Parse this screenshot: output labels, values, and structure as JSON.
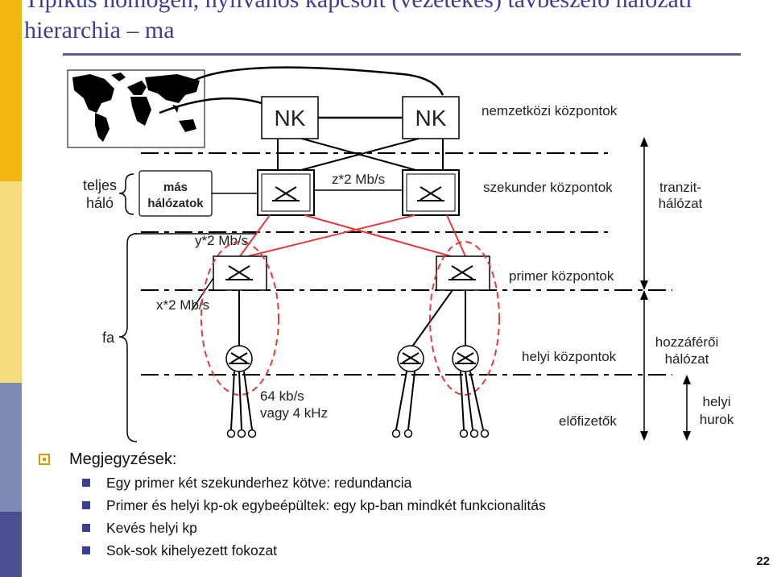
{
  "slide": {
    "title_line1": "Tipikus homogén, nyilvános kapcsolt (vezetékes) távbeszélő hálózati",
    "title_line2": "hierarchia – ma",
    "page_number": "22"
  },
  "diagram": {
    "nk_label": "NK",
    "intl_label": "nemzetközi központok",
    "teljes": [
      "teljes",
      "háló"
    ],
    "mas_halozatok": [
      "más",
      "hálózatok"
    ],
    "z_rate": "z*2 Mb/s",
    "secondary_label": "szekunder központok",
    "tranzit": [
      "tranzit-",
      "hálózat"
    ],
    "y_rate": "y*2 Mb/s",
    "x_rate": "x*2 Mb/s",
    "primary_label": "primer központok",
    "fa": "fa",
    "local_label": "helyi központok",
    "access": [
      "hozzáférői",
      "hálózat"
    ],
    "kbs": [
      "64 kb/s",
      "vagy 4 kHz"
    ],
    "subscribers": "előfizetők",
    "local_loop": [
      "helyi",
      "hurok"
    ],
    "colors": {
      "red": "#e23b3b",
      "line": "#111111"
    }
  },
  "notes": {
    "heading": "Megjegyzések:",
    "items": [
      "Egy primer két szekunderhez kötve: redundancia",
      "Primer és helyi kp-ok egybeépültek: egy kp-ban mindkét funkcionalitás",
      "Kevés helyi kp",
      "Sok-sok kihelyezett fokozat"
    ]
  },
  "sidebar_colors": [
    "#f1b814",
    "#f6dc7c",
    "#8088b4",
    "#4b4f8f"
  ]
}
